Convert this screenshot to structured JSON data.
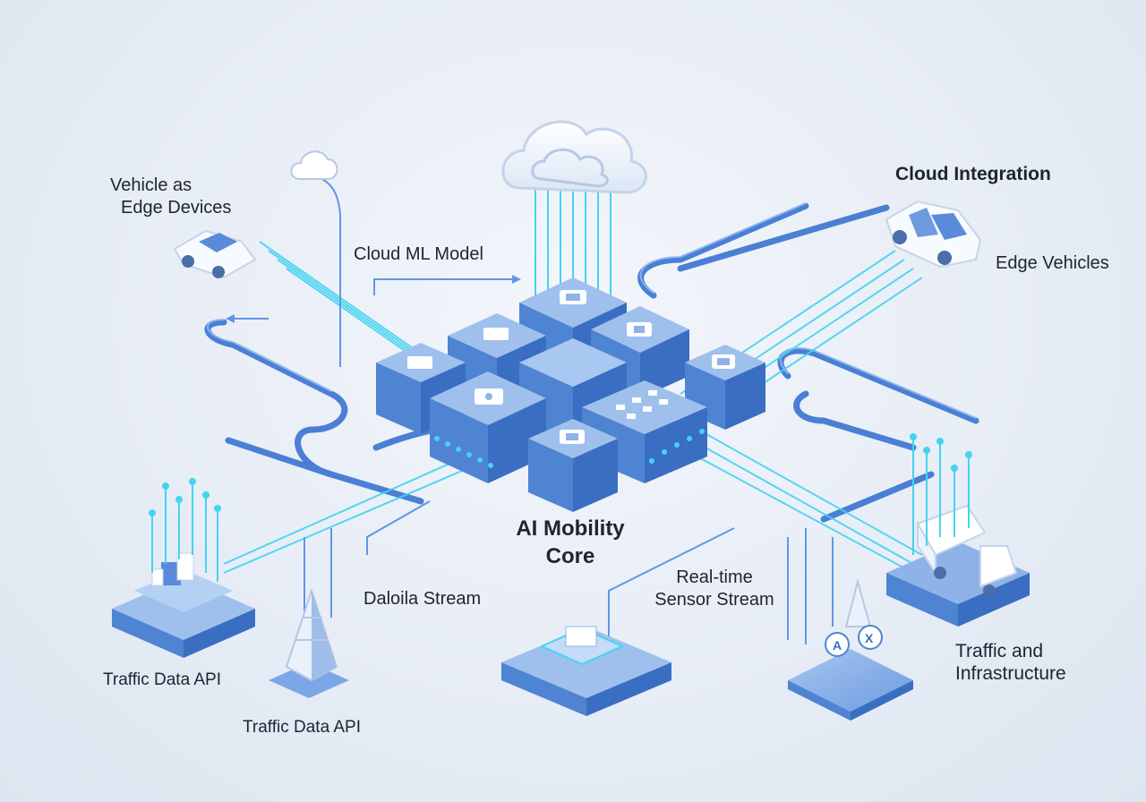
{
  "labels": {
    "vehicle_edge": [
      "Vehicle as",
      "Edge Devices"
    ],
    "cloud_ml_model": "Cloud ML Model",
    "cloud_integration": "Cloud Integration",
    "edge_vehicles": "Edge Vehicles",
    "ai_core": [
      "AI Mobility",
      "Core"
    ],
    "daloila_stream": "Daloila Stream",
    "realtime_sensor": [
      "Real-time",
      "Sensor Stream"
    ],
    "traffic_api_left": "Traffic Data API",
    "traffic_api_bottom": "Traffic Data API",
    "traffic_infra": [
      "Traffic and",
      "Infrastructure"
    ]
  },
  "colors": {
    "block_top": "#9fc0ec",
    "block_left": "#4f84d2",
    "block_right": "#3a6ec2",
    "pipe": "#4a7fd4",
    "fiber": "#45d3f2",
    "line": "#5f97e4",
    "text": "#1e2430"
  },
  "icons": [
    "cloud-icon",
    "car-icon",
    "truck-icon",
    "router-icon",
    "chip-icon"
  ]
}
